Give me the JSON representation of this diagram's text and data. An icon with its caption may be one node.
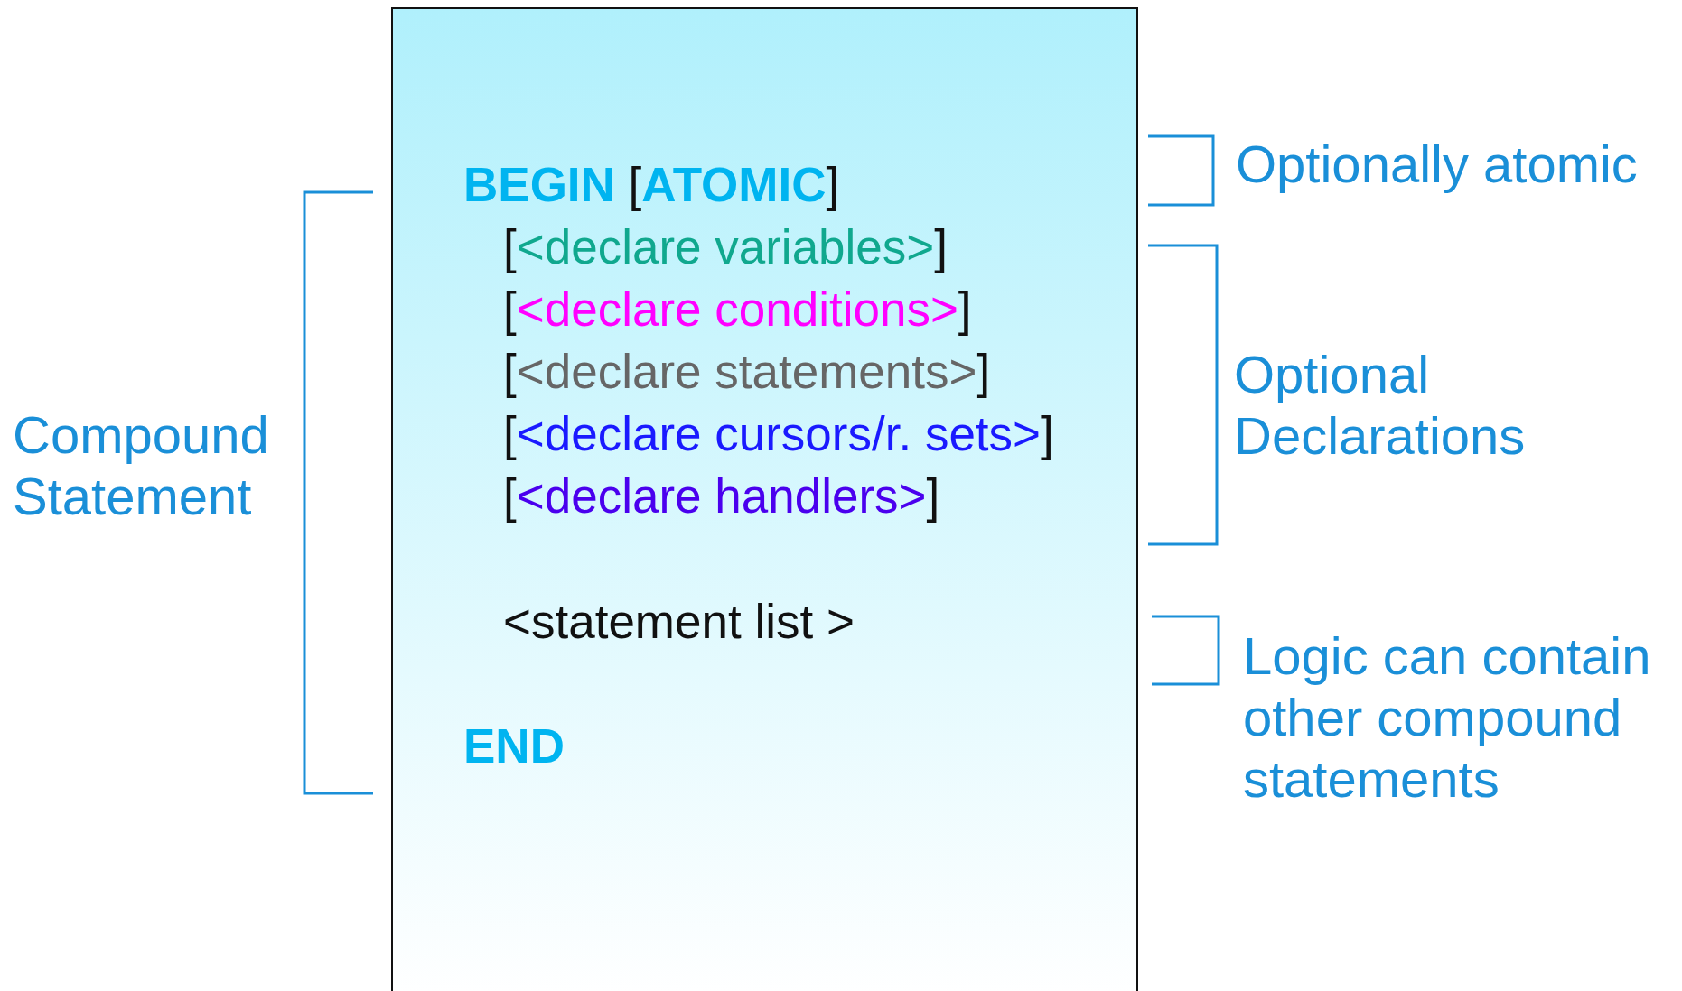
{
  "diagram": {
    "nodes": [
      {
        "text": [
          "BEGIN [ATOMIC]",
          "[<declare variables>]",
          "[<declare conditions>]",
          "[<declare statements>]",
          "[<declare cursors/r. sets>]",
          "[<declare handlers>]",
          "<statement list >",
          "END"
        ]
      }
    ],
    "labels": [
      "Optionally atomic",
      "Compound Statement",
      "Optional Declarations",
      "Logic can contain other compound statements"
    ]
  }
}
